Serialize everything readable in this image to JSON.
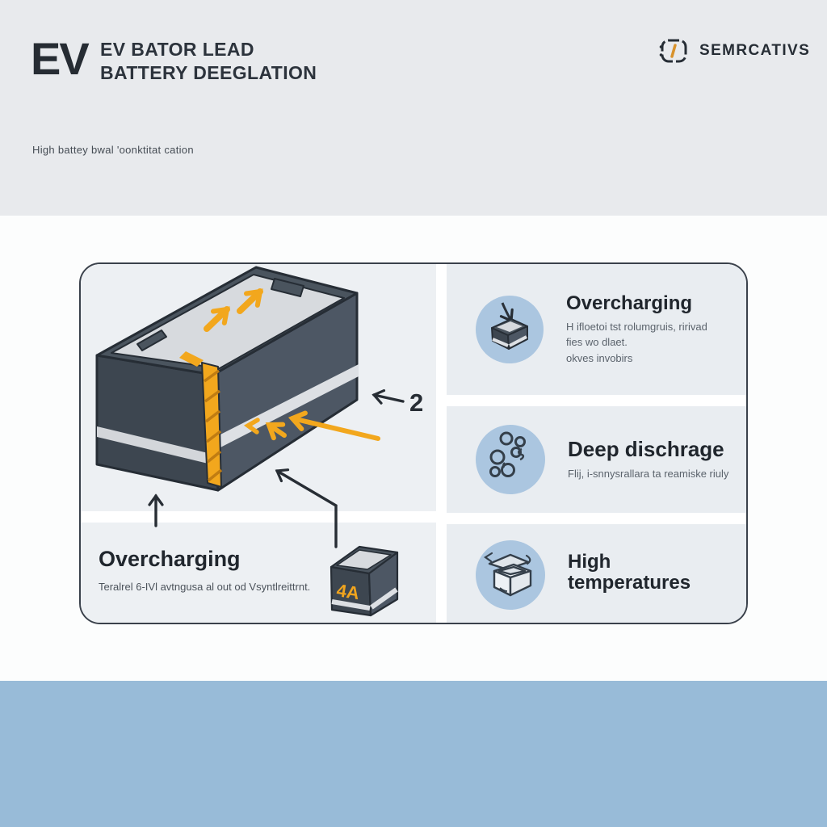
{
  "header": {
    "logo_text": "EV",
    "title_line1": "EV BATOR LEAD",
    "title_line2": "BATTERY DEEGLATION",
    "subtitle": "High battey bwal 'oonktitat cation",
    "brand_name": "SEMRCATIVS",
    "brand_icon": "slash-badge-icon"
  },
  "diagram": {
    "annotation_number": "2",
    "battery_icons": [
      "expansion-arrows-icon",
      "hazard-stripe-icon"
    ],
    "callout": {
      "title": "Overcharging",
      "description": "Teralrel 6-IVl avtngusa al out od Vsyntlreittrnt.",
      "mini_battery_label": "4A"
    },
    "cards": [
      {
        "icon": "battery-arrow-icon",
        "title": "Overcharging",
        "line1": "H ifloetoi tst rolumgruis, ririvad",
        "line2": "fies wo dlaet.",
        "line3": "okves invobirs"
      },
      {
        "icon": "bubbles-icon",
        "title": "Deep dischrage",
        "line1": "Flij, i-snnysrallara ta reamiske riuly",
        "line2": "",
        "line3": ""
      },
      {
        "icon": "open-box-icon",
        "title": "High temperatures",
        "line1": "",
        "line2": "",
        "line3": ""
      }
    ]
  },
  "colors": {
    "accent_orange": "#f2a71d",
    "battery_dark": "#4d5764",
    "icon_circle_blue": "#abc6e0",
    "footer_blue": "#98bbd8",
    "header_gray": "#e8eaed",
    "block_gray": "#edf0f3"
  }
}
